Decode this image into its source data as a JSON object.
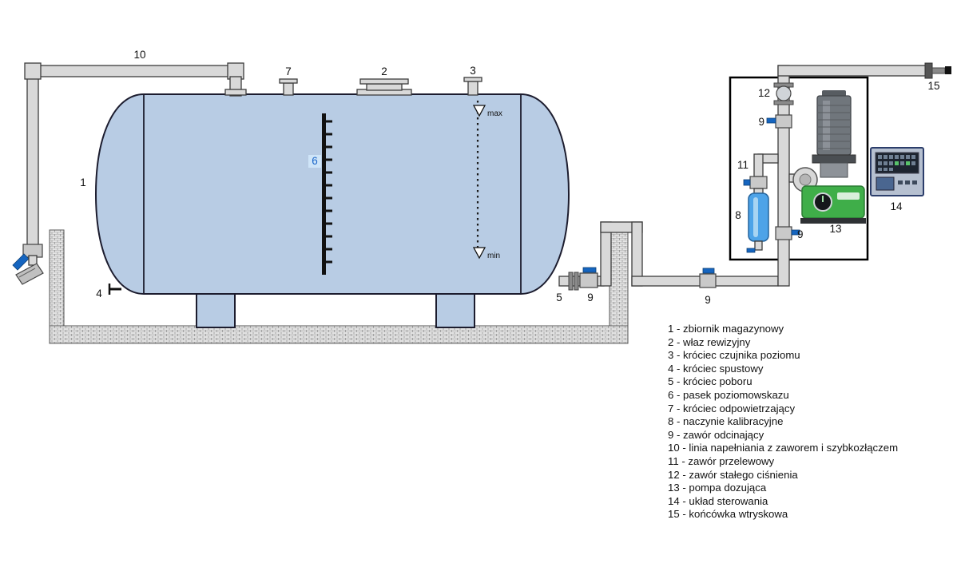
{
  "diagram": {
    "callouts": {
      "n1": "1",
      "n2": "2",
      "n3": "3",
      "n4": "4",
      "n5": "5",
      "n6": "6",
      "n7": "7",
      "n8": "8",
      "n9": "9",
      "n10": "10",
      "n11": "11",
      "n12": "12",
      "n13": "13",
      "n14": "14",
      "n15": "15"
    },
    "level_markers": {
      "max": "max",
      "min": "min"
    },
    "colors": {
      "tank_fill": "#b8cce4",
      "pipe_fill": "#d9d9d9",
      "valve_blue": "#1565c0",
      "vessel_blue": "#4da3e8",
      "pump_green": "#3fae49",
      "panel_frame": "#b6c0d0"
    }
  },
  "legend": {
    "items": [
      "1 - zbiornik magazynowy",
      "2 - właz rewizyjny",
      "3 - króciec czujnika poziomu",
      "4 - króciec spustowy",
      "5 - króciec poboru",
      "6 - pasek poziomowskazu",
      "7 - króciec odpowietrzający",
      "8 - naczynie kalibracyjne",
      "9 - zawór odcinający",
      "10 - linia napełniania z zaworem i szybkozłączem",
      "11 - zawór przelewowy",
      "12 - zawór stałego ciśnienia",
      "13 - pompa dozująca",
      "14 - układ sterowania",
      "15 - końcówka wtryskowa"
    ]
  }
}
